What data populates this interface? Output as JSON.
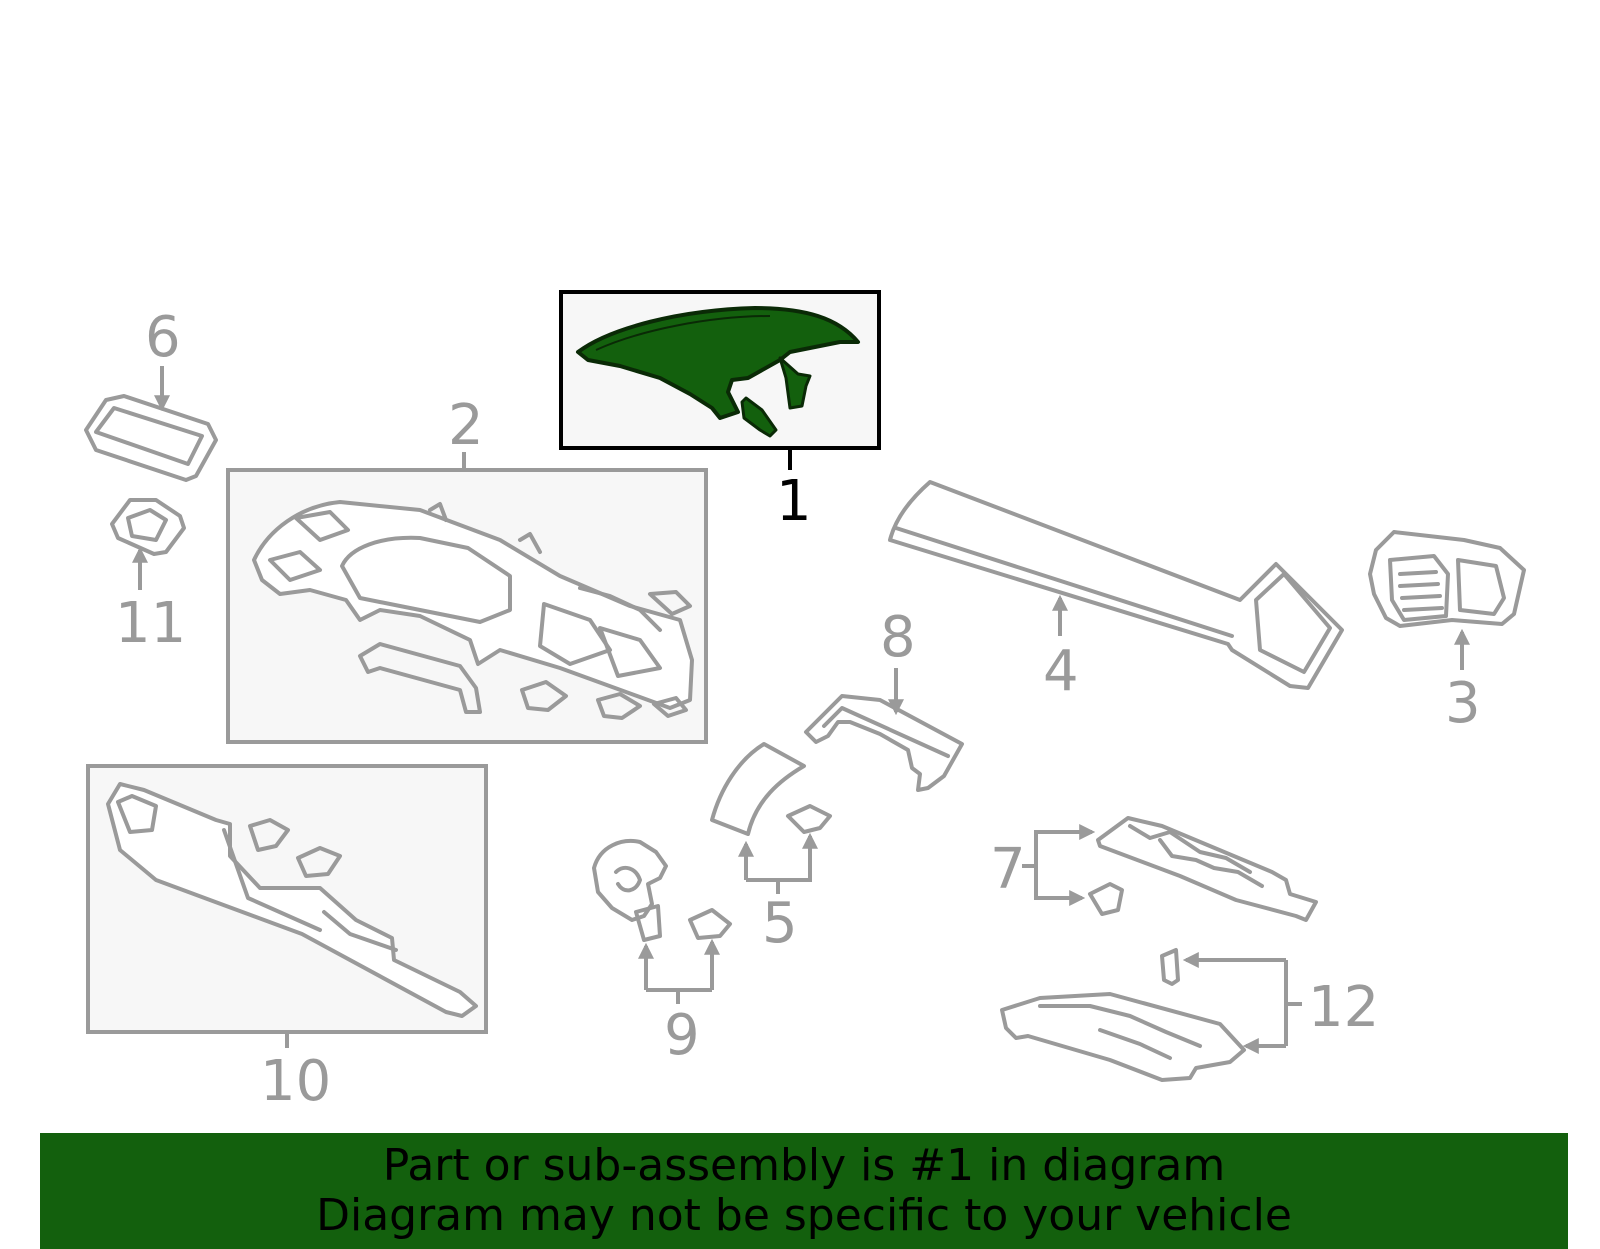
{
  "diagram": {
    "callouts": [
      "1",
      "2",
      "3",
      "4",
      "5",
      "6",
      "7",
      "8",
      "9",
      "10",
      "11",
      "12"
    ],
    "highlight_part": "1",
    "colors": {
      "highlight": "#13600d",
      "outline": "#9a9a9a",
      "box_fill": "#f7f7f7",
      "banner": "#13600d"
    }
  },
  "banner": {
    "line1": "Part or sub-assembly is #1 in diagram",
    "line2": "Diagram may not be specific to your vehicle"
  }
}
